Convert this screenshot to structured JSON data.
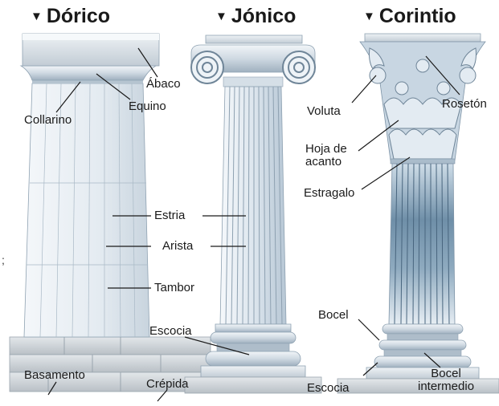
{
  "headings": {
    "doric": "Dórico",
    "ionic": "Jónico",
    "corinthian": "Corintio",
    "marker": "▼"
  },
  "labels": {
    "abaco": "Ábaco",
    "equino": "Equino",
    "collarino": "Collarino",
    "estria": "Estria",
    "arista": "Arista",
    "tambor": "Tambor",
    "escocia_ionic": "Escocia",
    "basamento": "Basamento",
    "crepida": "Crépida",
    "voluta": "Voluta",
    "roseton": "Rosetón",
    "hoja_line1": "Hoja de",
    "hoja_line2": "acanto",
    "estragalo": "Estragalo",
    "bocel": "Bocel",
    "escocia_corinth": "Escocia",
    "bocel_int_line1": "Bocel",
    "bocel_int_line2": "intermedio"
  },
  "stray_mark": ";",
  "colors": {
    "column_light": "#e8eef4",
    "column_mid": "#c9d6e1",
    "column_dark": "#5f7f99",
    "step_gray": "#cfd4d8",
    "ink": "#1a1a1a"
  }
}
